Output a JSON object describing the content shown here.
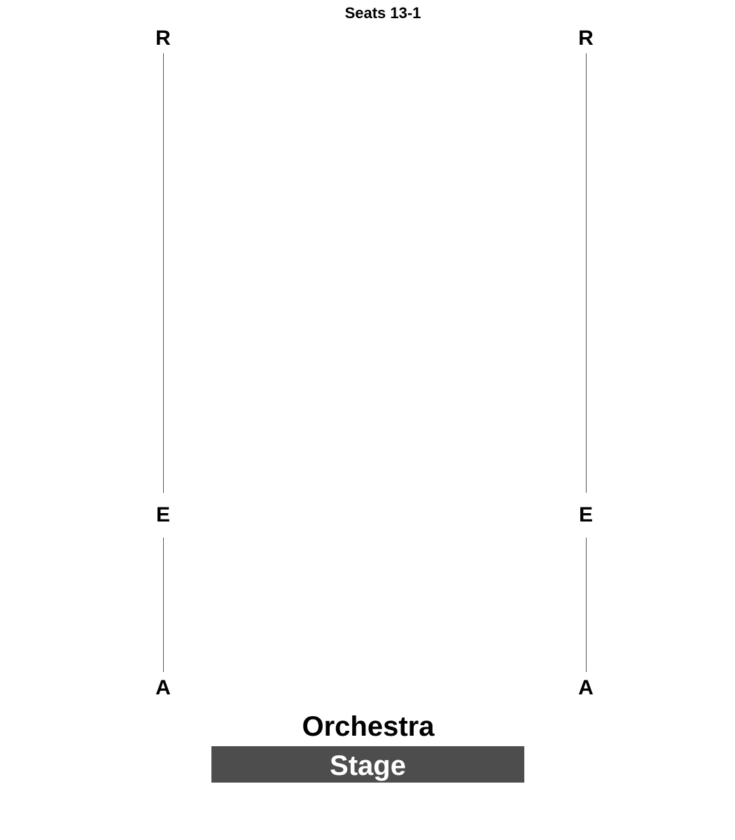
{
  "header": {
    "seats_label": "Seats 13-1"
  },
  "aisles": {
    "left": {
      "top_row": "R",
      "mid_row": "E",
      "bottom_row": "A"
    },
    "right": {
      "top_row": "R",
      "mid_row": "E",
      "bottom_row": "A"
    }
  },
  "section": {
    "name": "Orchestra"
  },
  "stage": {
    "label": "Stage",
    "color": "#4d4d4d"
  }
}
